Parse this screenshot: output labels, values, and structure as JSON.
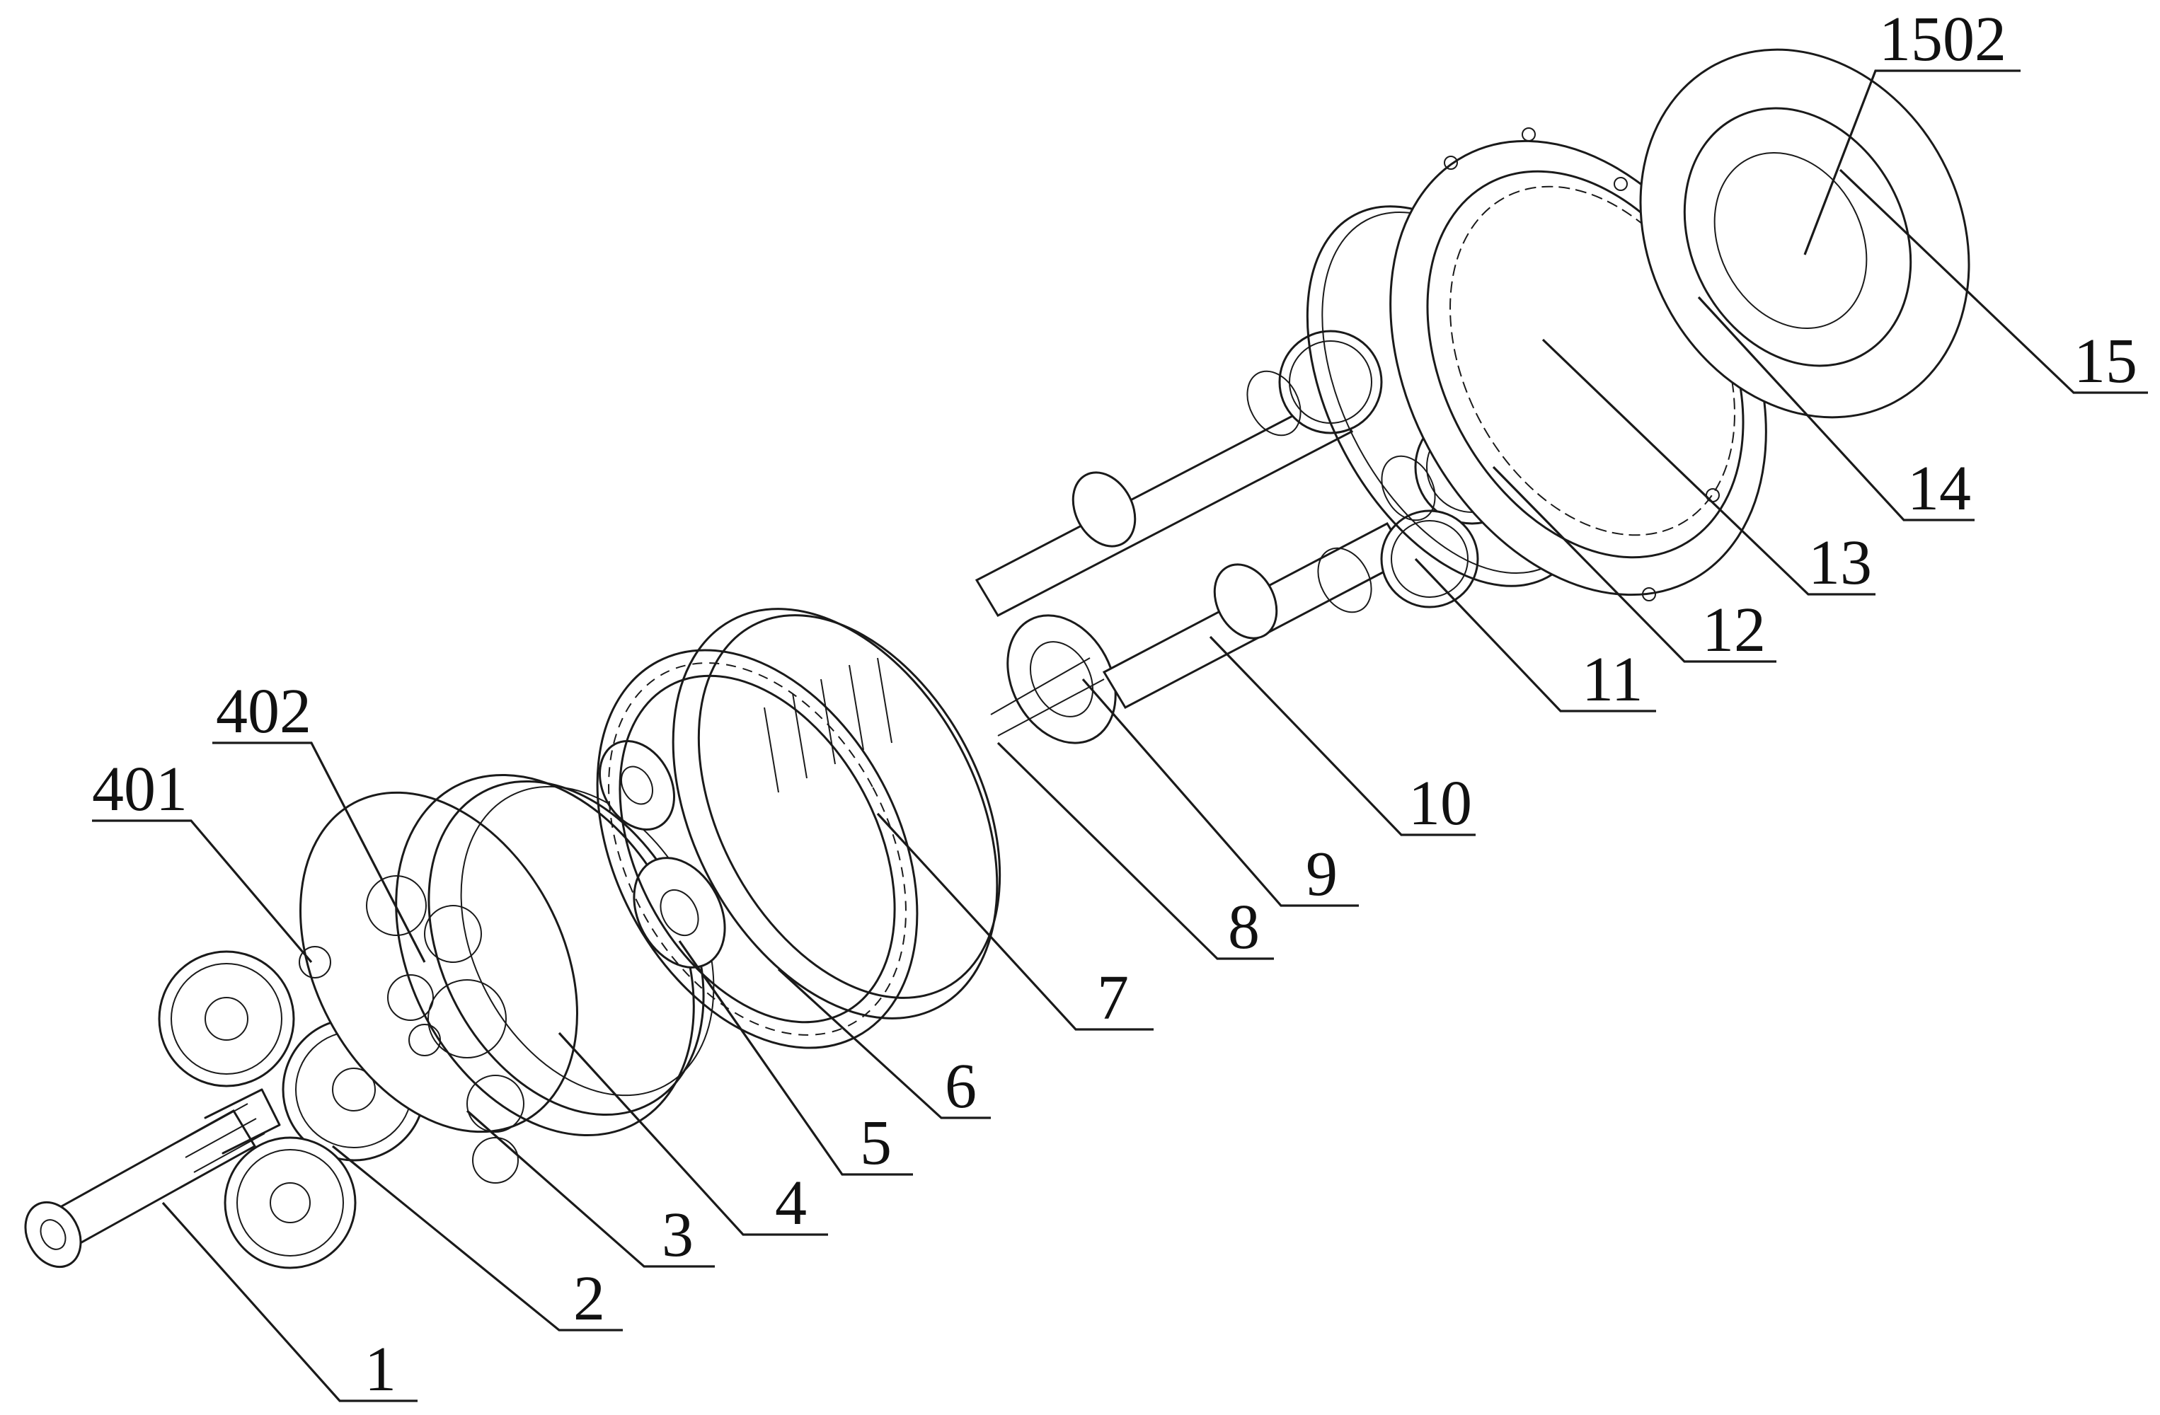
{
  "figure": {
    "type": "exploded-assembly-drawing",
    "callouts": [
      {
        "id": "c1",
        "text": "1"
      },
      {
        "id": "c2",
        "text": "2"
      },
      {
        "id": "c3",
        "text": "3"
      },
      {
        "id": "c4",
        "text": "4"
      },
      {
        "id": "c401",
        "text": "401"
      },
      {
        "id": "c402",
        "text": "402"
      },
      {
        "id": "c5",
        "text": "5"
      },
      {
        "id": "c6",
        "text": "6"
      },
      {
        "id": "c7",
        "text": "7"
      },
      {
        "id": "c8",
        "text": "8"
      },
      {
        "id": "c9",
        "text": "9"
      },
      {
        "id": "c10",
        "text": "10"
      },
      {
        "id": "c11",
        "text": "11"
      },
      {
        "id": "c12",
        "text": "12"
      },
      {
        "id": "c13",
        "text": "13"
      },
      {
        "id": "c14",
        "text": "14"
      },
      {
        "id": "c15",
        "text": "15"
      },
      {
        "id": "c1502",
        "text": "1502"
      }
    ]
  }
}
